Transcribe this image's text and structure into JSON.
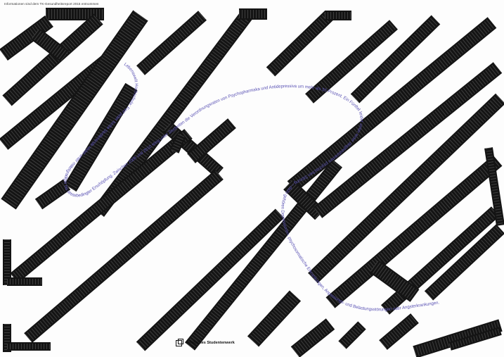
{
  "credit": "Informationen sind dem TK-Gesundheitsreport 2015 entnommen",
  "flow_text": "Lebenswelt Hochschule: Fast jeder fünfte Studierende leidet unter mittelgradiger bis stressbedingter Erschöpfung. Zwischen 2006 und 2010 stieg unter Studenten die Verordnungsraten von Psychopharmaka und Antidepressiva um mehr als 55 Prozent. Ein Fünftel leidet unter einer diagnostizierten psychischen Störung – dazu gehören Depressionen, psychosomatische Erkrankungen, Anpassungs- und Belastungsstörungen oder Angsterkrankungen.",
  "logo": {
    "name": "Deutsches Studentenwerk",
    "icon": "nested-squares-logo"
  },
  "colors": {
    "tape": "#141414",
    "text": "#5a52b4",
    "background": "#fdfdfd"
  }
}
